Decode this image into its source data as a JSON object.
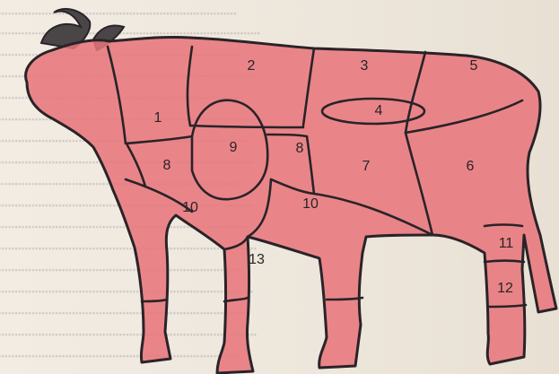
{
  "diagram": {
    "cut_labels": {
      "c1": "1",
      "c2": "2",
      "c3": "3",
      "c4": "4",
      "c5": "5",
      "c6": "6",
      "c7": "7",
      "c8a": "8",
      "c8b": "8",
      "c9": "9",
      "c10a": "10",
      "c10b": "10",
      "c11": "11",
      "c12": "12",
      "c13": "13"
    },
    "colors": {
      "body_fill": "#e8757a",
      "outline": "#2a2328",
      "horn": "#4a4648",
      "paper": "#efe9df"
    },
    "icons": {
      "animal": "cow-silhouette-icon",
      "horn": "horn-icon"
    }
  }
}
